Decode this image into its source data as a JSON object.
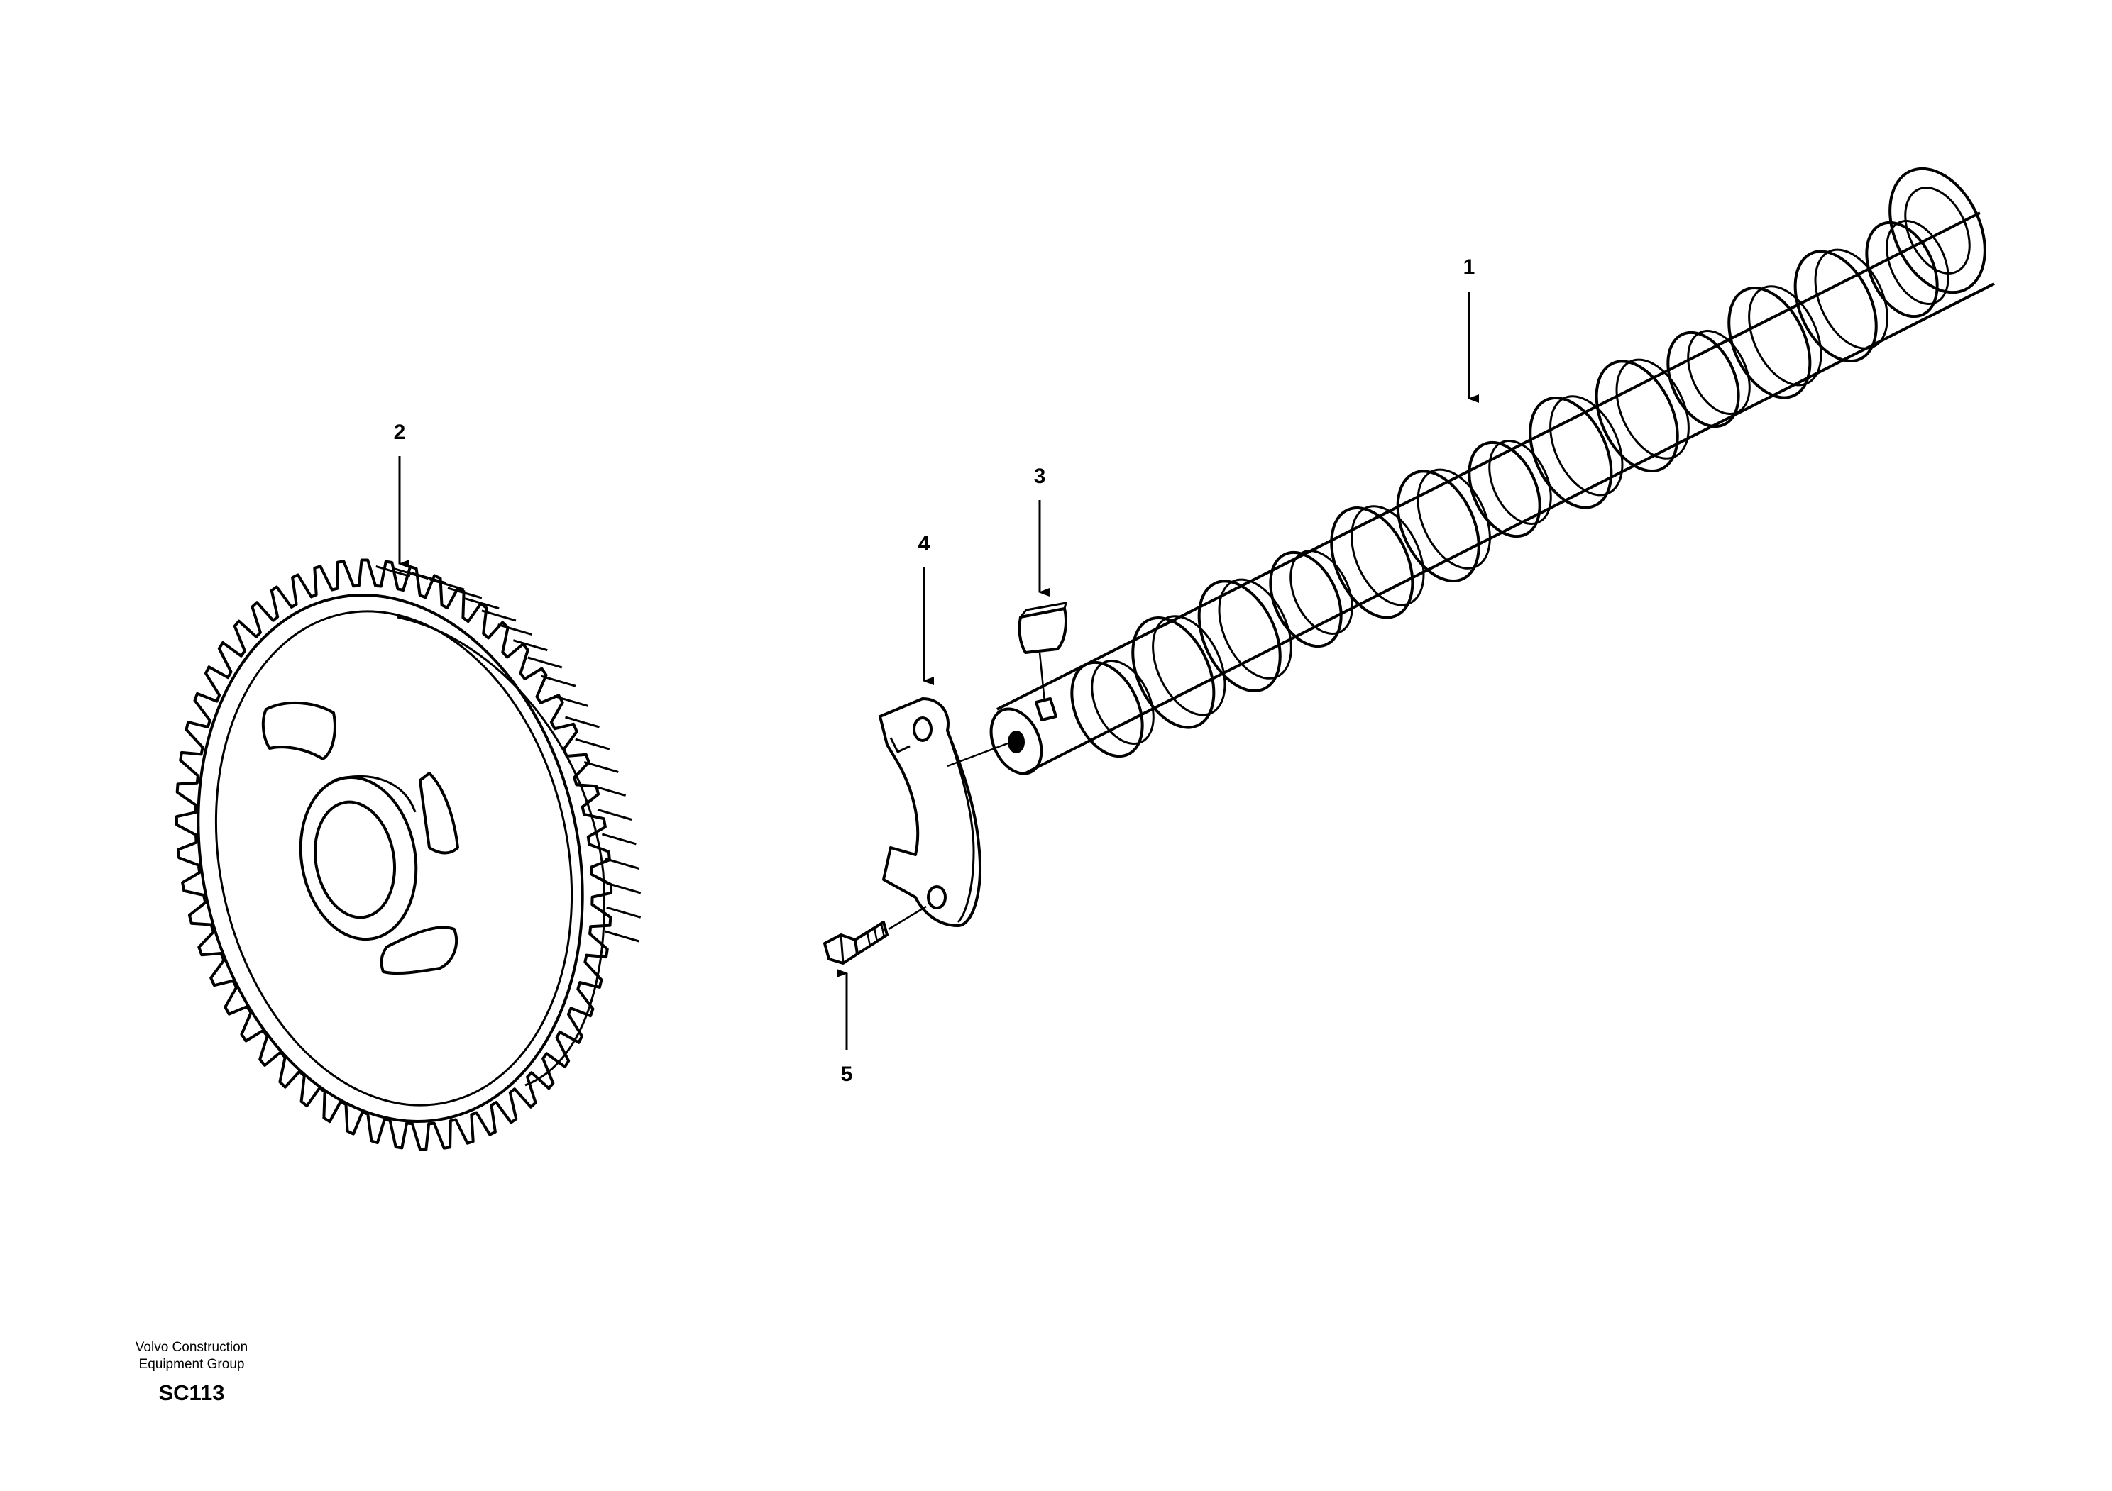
{
  "callouts": {
    "c1": "1",
    "c2": "2",
    "c3": "3",
    "c4": "4",
    "c5": "5"
  },
  "footer": {
    "line1": "Volvo Construction",
    "line2": "Equipment Group",
    "code": "SC113"
  },
  "colors": {
    "ink": "#000000",
    "paper": "#ffffff"
  }
}
